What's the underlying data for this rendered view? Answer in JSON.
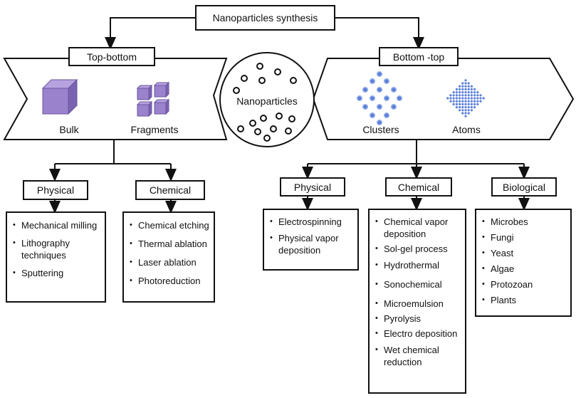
{
  "title": "Nanoparticles synthesis",
  "center_label": "Nanoparticles",
  "left": {
    "header": "Top-bottom",
    "items": [
      "Bulk",
      "Fragments"
    ],
    "branches": [
      {
        "label": "Physical",
        "items": [
          "Mechanical milling",
          "Lithography techniques",
          "Sputtering"
        ]
      },
      {
        "label": "Chemical",
        "items": [
          "Chemical etching",
          "Thermal ablation",
          "Laser ablation",
          "Photoreduction"
        ]
      }
    ]
  },
  "right": {
    "header": "Bottom -top",
    "items": [
      "Clusters",
      "Atoms"
    ],
    "branches": [
      {
        "label": "Physical",
        "items": [
          "Electrospinning",
          "Physical vapor deposition"
        ]
      },
      {
        "label": "Chemical",
        "items": [
          "Chemical vapor deposition",
          "Sol-gel process",
          "Hydrothermal",
          "Sonochemical",
          "Microemulsion",
          "Pyrolysis",
          "Electro deposition",
          "Wet chemical reduction"
        ]
      },
      {
        "label": "Biological",
        "items": [
          "Microbes",
          "Fungi",
          "Yeast",
          "Algae",
          "Protozoan",
          "Plants"
        ]
      }
    ]
  },
  "colors": {
    "cube": "#9b82cc",
    "cube_dark": "#7a63b0",
    "dots": "#5b7fd6"
  }
}
